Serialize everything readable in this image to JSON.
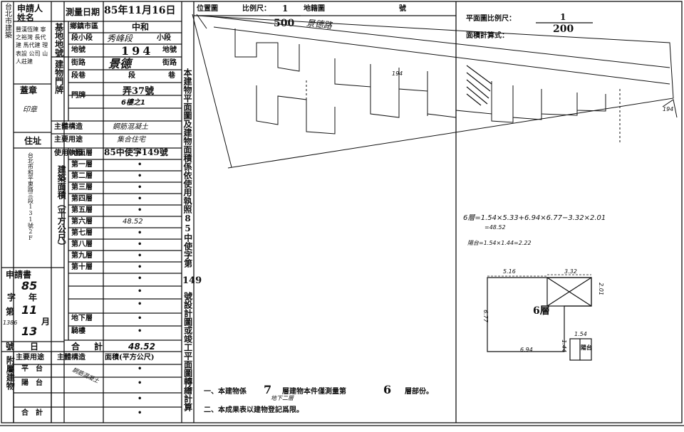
{
  "left_strip": {
    "text": "台北市建築"
  },
  "applicant": {
    "label": "申請人姓名",
    "names": "豐漢恆陳 寧之裕灣 長代建 馬代建 理表設 公司 山人莊建",
    "seal_label": "蓋章",
    "seal_text": "印章",
    "address_label": "住址",
    "address_text": "台北市和平東路三段131號2F",
    "application_label": "申請書",
    "application_year": "85",
    "application_month": "11",
    "application_day": "13",
    "application_no": "1386",
    "unit_year": "字年",
    "unit_no": "第",
    "unit_month": "月",
    "unit_day": "號日"
  },
  "survey": {
    "date_label": "測量日期",
    "date_value": "85年11月16日",
    "district_label": "鄉鎮市區",
    "district_value": "中和",
    "section_label": "段小段",
    "section_value": "秀峰段",
    "subsection_unit": "小段",
    "land_no_label": "地號",
    "land_no_value": "194",
    "land_no_unit": "地號",
    "land_group_label": "基地地號",
    "street_label": "街路",
    "street_value": "景德",
    "street_unit": "街路",
    "lane_label": "段巷",
    "lane_value": "段",
    "lane_unit": "巷",
    "building_group_label": "建物門牌",
    "door_label": "門牌",
    "door_value": "弄37號",
    "floor_value": "6樓之1",
    "structure_label": "主體構造",
    "structure_value": "鋼筋混凝土",
    "use_label": "主要用途",
    "use_value": "集合住宅",
    "permit_label": "使用執照",
    "permit_value": "85中使字149號"
  },
  "floors": {
    "group_label": "建築面積（平方公尺）",
    "items": [
      {
        "label": "地面層",
        "value": "•"
      },
      {
        "label": "第一層",
        "value": "•"
      },
      {
        "label": "第二層",
        "value": "•"
      },
      {
        "label": "第三層",
        "value": "•"
      },
      {
        "label": "第四層",
        "value": "•"
      },
      {
        "label": "第五層",
        "value": "•"
      },
      {
        "label": "第六層",
        "value": "48.52"
      },
      {
        "label": "第七層",
        "value": "•"
      },
      {
        "label": "第八層",
        "value": "•"
      },
      {
        "label": "第九層",
        "value": "•"
      },
      {
        "label": "第十層",
        "value": "•"
      },
      {
        "label": "",
        "value": "•"
      },
      {
        "label": "",
        "value": "•"
      },
      {
        "label": "",
        "value": "•"
      },
      {
        "label": "地下層",
        "value": "•"
      },
      {
        "label": "騎樓",
        "value": "•"
      }
    ],
    "total_label": "合計",
    "total_value": "48.52"
  },
  "attached": {
    "group_label": "附屬建物",
    "h_use": "主要用途",
    "h_struct": "主體構造",
    "h_area": "面積(平方公尺)",
    "rows": [
      {
        "label": "平台",
        "value": "•"
      },
      {
        "label": "陽台",
        "value": "•"
      },
      {
        "label": "",
        "value": "•"
      },
      {
        "label": "合計",
        "value": "•"
      }
    ],
    "struct_value": "鋼筋混凝土"
  },
  "map": {
    "position_label": "位置圖",
    "scale_label": "比例尺：",
    "scale_num": "1",
    "scale_den": "500",
    "cadastral_label": "地籍圖",
    "number_label": "號",
    "street_hand": "景德路",
    "lot_no": "194",
    "lot_no_edge": "194"
  },
  "plan": {
    "scale_label": "平面圖比例尺：",
    "scale_num": "1",
    "scale_den": "200",
    "calc_label": "面積計算式：",
    "calc_line1": "6層=1.54×5.33+6.94×6.77−3.32×2.01",
    "calc_line2": "=48.52",
    "calc_line3": "陽台=1.54×1.44=2.22",
    "dim_top": "5.16",
    "dim_top_right": "3.32",
    "dim_right": "2.01",
    "dim_left": "6.77",
    "dim_bottom": "6.94",
    "dim_small_w": "1.54",
    "dim_small_h": "1.44",
    "floor_label": "6層",
    "balcony_label": "陽台"
  },
  "vertical_title": "本建物平面圖及建物面積係依使用執照",
  "vertical_title2": "85中使字第",
  "vertical_title3": "149",
  "vertical_title4": "號設計圖或竣工平面圖轉繪計算",
  "notes": {
    "note1_pre": "一、本建物係",
    "note1_floors": "7",
    "note1_mid": "層建物本件僅測量第",
    "note1_floor": "6",
    "note1_post": "層部份。",
    "note1_hand": "地下二層",
    "note2": "二、本成果表以建物登記爲限。"
  }
}
